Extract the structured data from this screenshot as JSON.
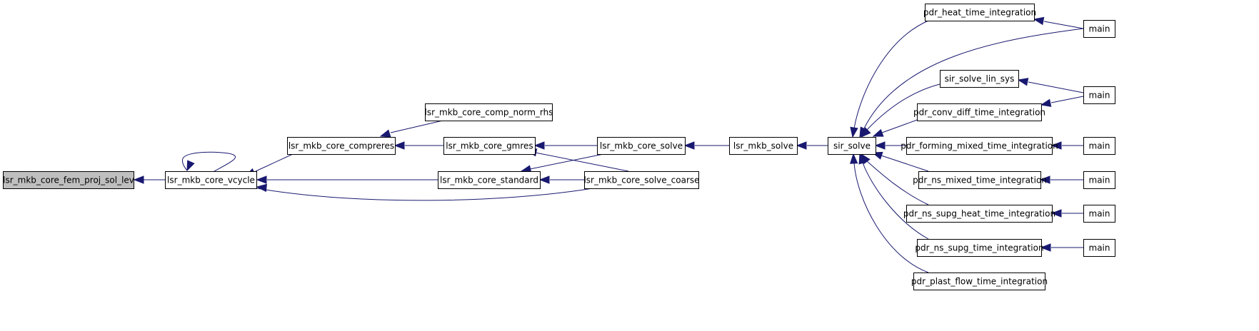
{
  "graph": {
    "direction": "right-to-left caller graph",
    "colors": {
      "edge": "#191970",
      "current_node_fill": "#bfbfbf",
      "node_fill": "#ffffff",
      "node_border": "#000000"
    },
    "nodes": [
      {
        "id": "fem_proj",
        "label": "lsr_mkb_core_fem_proj_sol_lev",
        "current": true
      },
      {
        "id": "vcycle",
        "label": "lsr_mkb_core_vcycle"
      },
      {
        "id": "compreres",
        "label": "lsr_mkb_core_compreres"
      },
      {
        "id": "comp_norm_rhs",
        "label": "lsr_mkb_core_comp_norm_rhs"
      },
      {
        "id": "gmres",
        "label": "lsr_mkb_core_gmres"
      },
      {
        "id": "standard",
        "label": "lsr_mkb_core_standard"
      },
      {
        "id": "core_solve",
        "label": "lsr_mkb_core_solve"
      },
      {
        "id": "solve_coarse",
        "label": "lsr_mkb_core_solve_coarse"
      },
      {
        "id": "mkb_solve",
        "label": "lsr_mkb_solve"
      },
      {
        "id": "sir_solve",
        "label": "sir_solve"
      },
      {
        "id": "heat",
        "label": "pdr_heat_time_integration"
      },
      {
        "id": "lin_sys",
        "label": "sir_solve_lin_sys"
      },
      {
        "id": "conv_diff",
        "label": "pdr_conv_diff_time_integration"
      },
      {
        "id": "forming",
        "label": "pdr_forming_mixed_time_integration"
      },
      {
        "id": "ns_mixed",
        "label": "pdr_ns_mixed_time_integration"
      },
      {
        "id": "ns_supg_heat",
        "label": "pdr_ns_supg_heat_time_integration"
      },
      {
        "id": "ns_supg",
        "label": "pdr_ns_supg_time_integration"
      },
      {
        "id": "plast",
        "label": "pdr_plast_flow_time_integration"
      },
      {
        "id": "main1",
        "label": "main"
      },
      {
        "id": "main2",
        "label": "main"
      },
      {
        "id": "main3",
        "label": "main"
      },
      {
        "id": "main4",
        "label": "main"
      },
      {
        "id": "main5",
        "label": "main"
      },
      {
        "id": "main6",
        "label": "main"
      }
    ],
    "edges": [
      {
        "from": "vcycle",
        "to": "fem_proj"
      },
      {
        "from": "vcycle",
        "to": "vcycle"
      },
      {
        "from": "compreres",
        "to": "vcycle"
      },
      {
        "from": "standard",
        "to": "vcycle"
      },
      {
        "from": "solve_coarse",
        "to": "vcycle"
      },
      {
        "from": "comp_norm_rhs",
        "to": "compreres"
      },
      {
        "from": "gmres",
        "to": "compreres"
      },
      {
        "from": "core_solve",
        "to": "gmres"
      },
      {
        "from": "solve_coarse",
        "to": "gmres"
      },
      {
        "from": "core_solve",
        "to": "standard"
      },
      {
        "from": "solve_coarse",
        "to": "standard"
      },
      {
        "from": "mkb_solve",
        "to": "core_solve"
      },
      {
        "from": "sir_solve",
        "to": "mkb_solve"
      },
      {
        "from": "heat",
        "to": "sir_solve"
      },
      {
        "from": "main1",
        "to": "sir_solve"
      },
      {
        "from": "lin_sys",
        "to": "sir_solve"
      },
      {
        "from": "conv_diff",
        "to": "sir_solve"
      },
      {
        "from": "forming",
        "to": "sir_solve"
      },
      {
        "from": "ns_mixed",
        "to": "sir_solve"
      },
      {
        "from": "ns_supg_heat",
        "to": "sir_solve"
      },
      {
        "from": "ns_supg",
        "to": "sir_solve"
      },
      {
        "from": "plast",
        "to": "sir_solve"
      },
      {
        "from": "main1",
        "to": "heat"
      },
      {
        "from": "main2",
        "to": "lin_sys"
      },
      {
        "from": "main2",
        "to": "conv_diff"
      },
      {
        "from": "main3",
        "to": "forming"
      },
      {
        "from": "main4",
        "to": "ns_mixed"
      },
      {
        "from": "main5",
        "to": "ns_supg_heat"
      },
      {
        "from": "main6",
        "to": "ns_supg"
      }
    ]
  }
}
